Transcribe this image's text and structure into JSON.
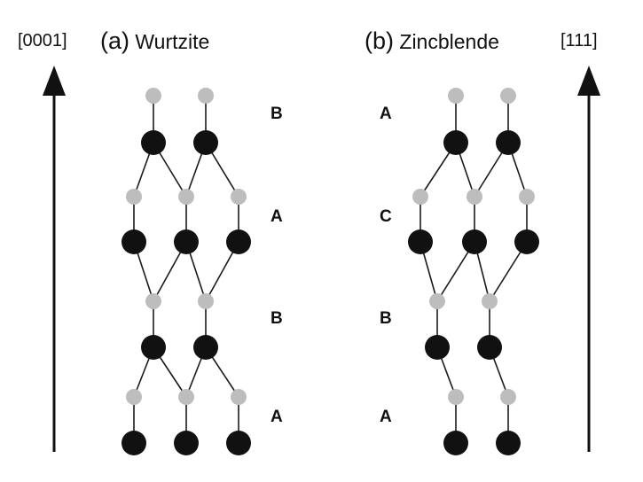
{
  "axes": {
    "left_direction": "[0001]",
    "right_direction": "[111]"
  },
  "panels": {
    "a": {
      "letter": "(a)",
      "title": "Wurtzite",
      "stacking": [
        "B",
        "A",
        "B",
        "A"
      ]
    },
    "b": {
      "letter": "(b)",
      "title": "Zincblende",
      "stacking": [
        "A",
        "C",
        "B",
        "A"
      ]
    }
  },
  "colors": {
    "dark_atom": "#111111",
    "light_atom": "#bdbdbd",
    "bond": "#1a1a1a",
    "arrow": "#111111",
    "text": "#111111"
  }
}
